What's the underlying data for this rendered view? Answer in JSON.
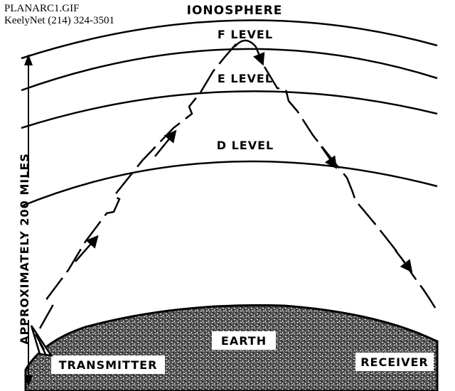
{
  "header": {
    "filename": "PLANARC1.GIF",
    "contact": "KeelyNet (214) 324-3501"
  },
  "diagram": {
    "title": "IONOSPHERE",
    "layers": {
      "f": "F LEVEL",
      "e": "E LEVEL",
      "d": "D LEVEL"
    },
    "height_label": "APPROXIMATELY 200 MILES",
    "earth_label": "EARTH",
    "transmitter_label": "TRANSMITTER",
    "receiver_label": "RECEIVER"
  },
  "colors": {
    "ink": "#000000",
    "paper": "#ffffff"
  }
}
